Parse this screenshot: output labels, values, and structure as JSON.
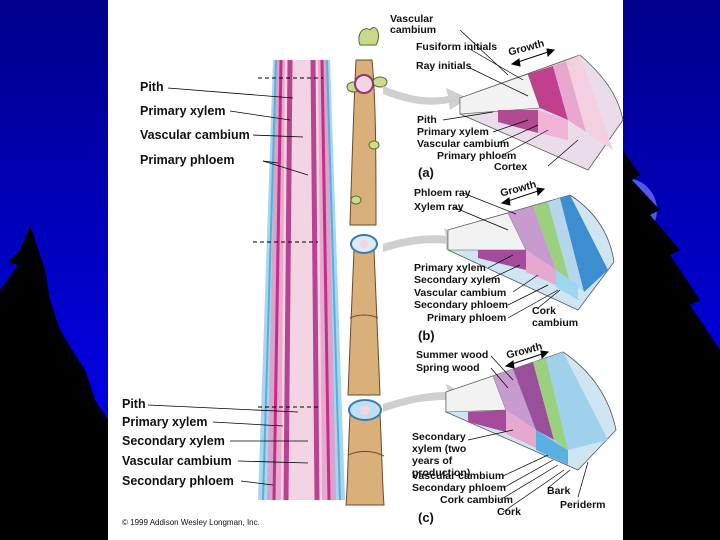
{
  "labels": {
    "stem_top": {
      "pith": "Pith",
      "primary_xylem": "Primary xylem",
      "vascular_cambium": "Vascular cambium",
      "primary_phloem": "Primary phloem"
    },
    "stem_bottom": {
      "pith": "Pith",
      "primary_xylem": "Primary xylem",
      "secondary_xylem": "Secondary xylem",
      "vascular_cambium": "Vascular cambium",
      "secondary_phloem": "Secondary phloem"
    },
    "a": {
      "vascular_cambium": "Vascular cambium",
      "fusiform_initials": "Fusiform initials",
      "ray_initials": "Ray initials",
      "growth": "Growth",
      "pith": "Pith",
      "primary_xylem": "Primary xylem",
      "vascular_cambium2": "Vascular cambium",
      "primary_phloem": "Primary phloem",
      "cortex": "Cortex",
      "tag": "(a)"
    },
    "b": {
      "phloem_ray": "Phloem ray",
      "xylem_ray": "Xylem ray",
      "growth": "Growth",
      "primary_xylem": "Primary xylem",
      "secondary_xylem": "Secondary xylem",
      "vascular_cambium": "Vascular cambium",
      "secondary_phloem": "Secondary phloem",
      "primary_phloem": "Primary phloem",
      "cork_cambium": "Cork cambium",
      "tag": "(b)"
    },
    "c": {
      "summer_wood": "Summer wood",
      "spring_wood": "Spring wood",
      "growth": "Growth",
      "secondary_xylem": "Secondary xylem (two years of production)",
      "vascular_cambium": "Vascular cambium",
      "secondary_phloem": "Secondary phloem",
      "cork_cambium": "Cork cambium",
      "cork": "Cork",
      "bark": "Bark",
      "periderm": "Periderm",
      "tag": "(c)"
    }
  },
  "copyright": "© 1999 Addison Wesley Longman, Inc.",
  "colors": {
    "background": "#00007a",
    "slide": "#ffffff",
    "pith": "#f5e9ea",
    "primary_xylem": "#c8368f",
    "cambium": "#d96ab0",
    "secondary_xylem": "#e59bc8",
    "phloem": "#9ec8e6",
    "cortex": "#f4cfe0",
    "stem_bark": "#d8b27c",
    "periderm": "#7ec3e8"
  }
}
